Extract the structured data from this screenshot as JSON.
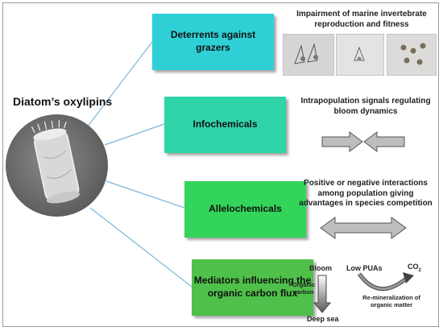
{
  "title": "Diatom’s oxylipins",
  "roles": [
    {
      "label": "Deterrents against grazers",
      "description": "Impairment of marine invertebrate reproduction and fitness"
    },
    {
      "label": "Infochemicals",
      "description": "Intrapopulation signals regulating bloom dynamics"
    },
    {
      "label": "Allelochemicals",
      "description": "Positive or negative interactions among population giving advantages in species competition"
    },
    {
      "label": "Mediators influencing the organic carbon flux",
      "description": ""
    }
  ],
  "carbon_flux": {
    "bloom": "Bloom",
    "organic_carbon": "Organic carbon",
    "deep_sea": "Deep sea",
    "low_puas": "Low PUAs",
    "co2": "CO",
    "co2_sub": "2",
    "remineralization": "Re-mineralization of organic matter"
  },
  "colors": {
    "grazers": "#2ed0d6",
    "infochemicals": "#2fd4a8",
    "allelochemicals": "#33d45a",
    "mediators": "#4fc04a",
    "connector": "#7ab8d8"
  }
}
